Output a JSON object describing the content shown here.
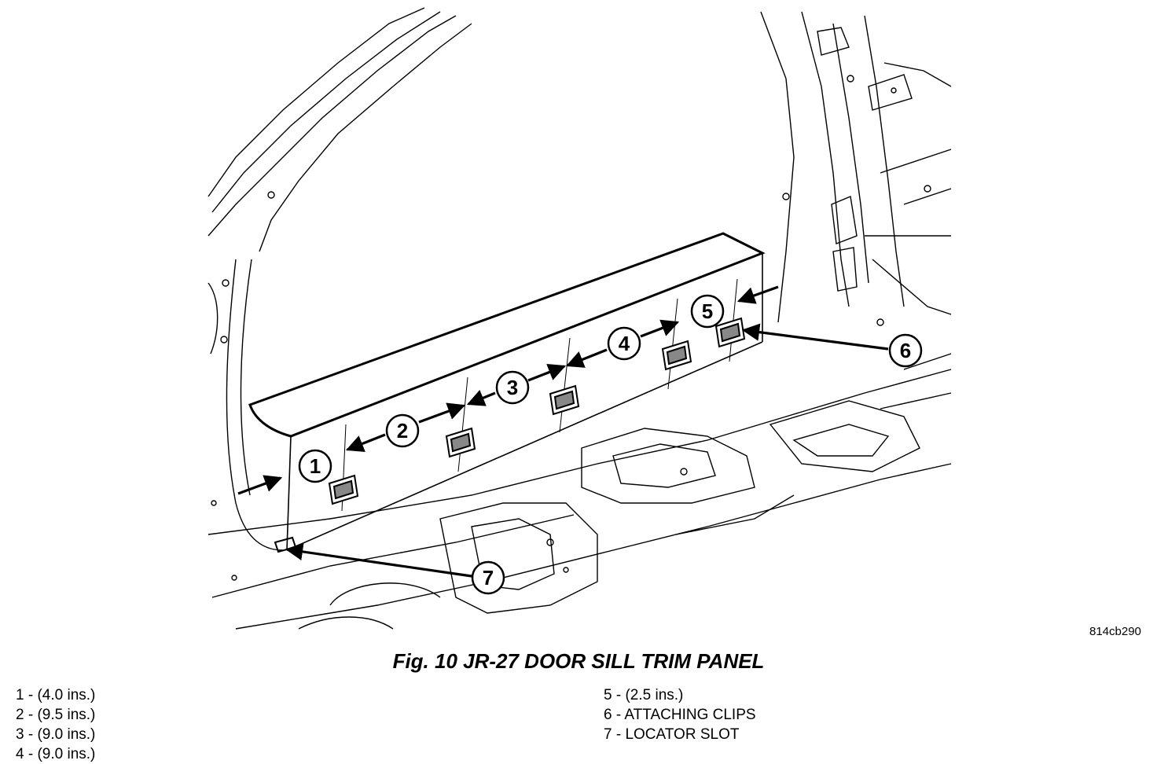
{
  "figure": {
    "caption": "Fig. 10 JR-27 DOOR SILL TRIM PANEL",
    "image_code": "814cb290"
  },
  "callouts": [
    "1",
    "2",
    "3",
    "4",
    "5",
    "6",
    "7"
  ],
  "legend": {
    "left": [
      "1 - (4.0 ins.)",
      "2 - (9.5 ins.)",
      "3 - (9.0 ins.)",
      "4 - (9.0 ins.)"
    ],
    "right": [
      "5 - (2.5 ins.)",
      "6 - ATTACHING CLIPS",
      "7 - LOCATOR SLOT"
    ]
  }
}
